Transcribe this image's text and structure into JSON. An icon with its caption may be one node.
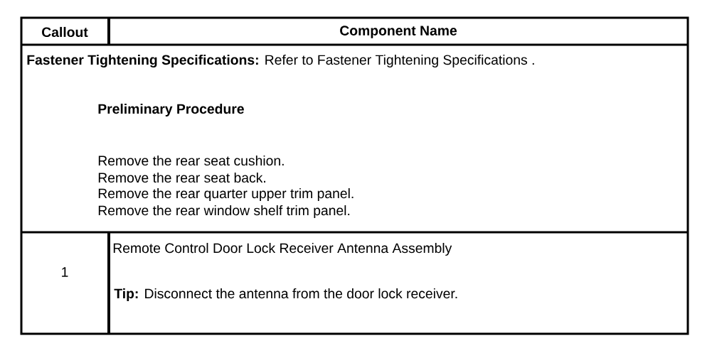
{
  "diagram": {
    "labels": [
      "Callout",
      "Component Name",
      "**Fastener Tightening Specifications:** Refer to Fastener Tightening Specifications .",
      "Preliminary Procedure",
      "Remove the rear seat cushion.",
      "Remove the rear seat back.",
      "Remove the rear quarter upper trim panel.",
      "Remove the rear window shelf trim panel.",
      "1",
      "Remote Control Door Lock Receiver Antenna Assembly",
      "**Tip:** Disconnect the antenna from the door lock receiver."
    ]
  }
}
